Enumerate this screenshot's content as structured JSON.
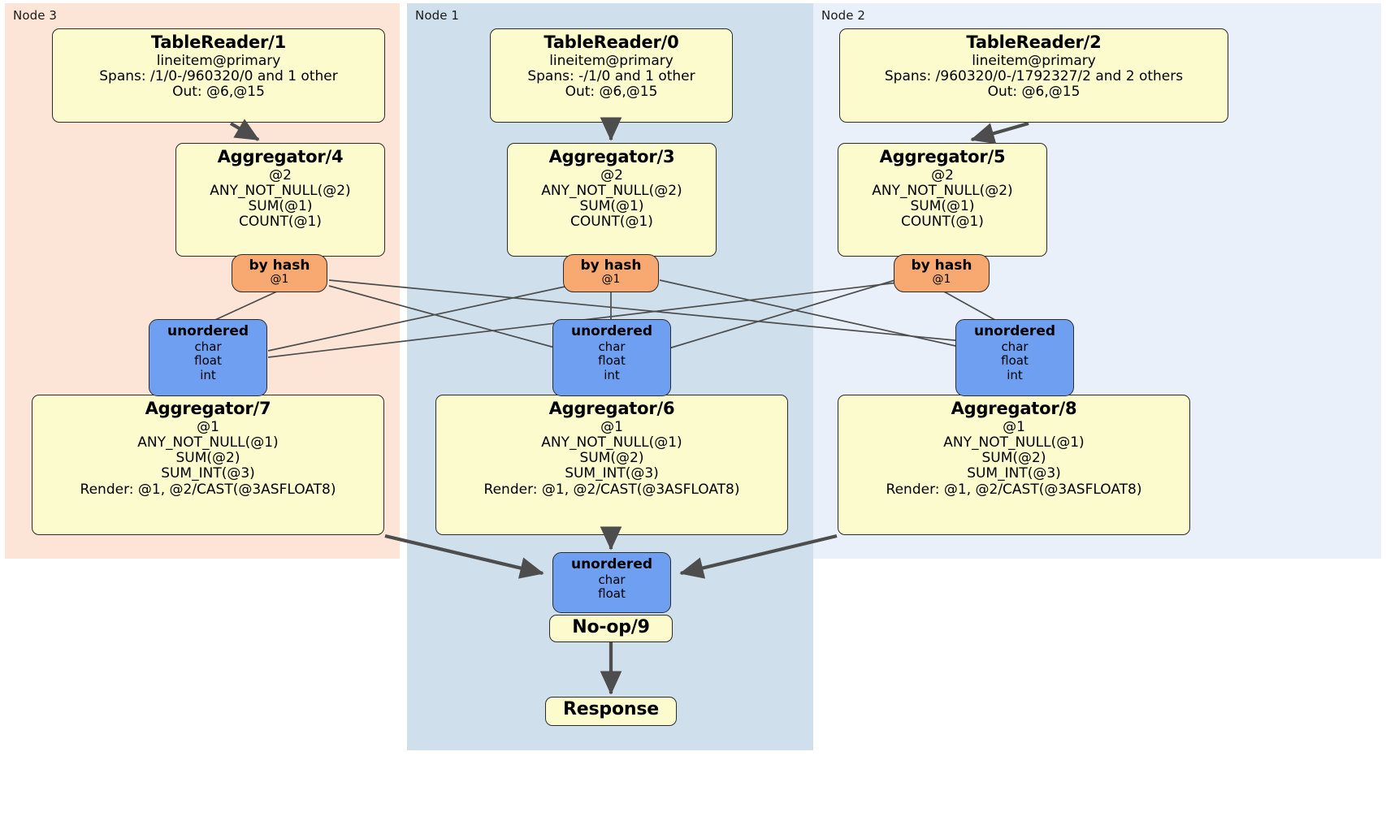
{
  "diagram": {
    "type": "distributed-query-execution-plan",
    "colors": {
      "node3_panel": "#fce4d6",
      "node1_panel": "#cfdfec",
      "node2_panel": "#eaf0fa",
      "processor_fill": "#fbfbcd",
      "router_fill": "#f7a971",
      "sync_fill": "#6f9ff0",
      "stroke": "#2b2b2b",
      "edge": "#4d4d4d"
    }
  },
  "nodes": [
    {
      "id": "node3",
      "label": "Node 3"
    },
    {
      "id": "node1",
      "label": "Node 1"
    },
    {
      "id": "node2",
      "label": "Node 2"
    }
  ],
  "processors": {
    "tablereader1": {
      "title": "TableReader/1",
      "lines": [
        "lineitem@primary",
        "Spans: /1/0-/960320/0 and 1 other",
        "Out: @6,@15"
      ]
    },
    "tablereader0": {
      "title": "TableReader/0",
      "lines": [
        "lineitem@primary",
        "Spans: -/1/0 and 1 other",
        "Out: @6,@15"
      ]
    },
    "tablereader2": {
      "title": "TableReader/2",
      "lines": [
        "lineitem@primary",
        "Spans: /960320/0-/1792327/2 and 2 others",
        "Out: @6,@15"
      ]
    },
    "aggregator4": {
      "title": "Aggregator/4",
      "lines": [
        "@2",
        "ANY_NOT_NULL(@2)",
        "SUM(@1)",
        "COUNT(@1)"
      ]
    },
    "aggregator3": {
      "title": "Aggregator/3",
      "lines": [
        "@2",
        "ANY_NOT_NULL(@2)",
        "SUM(@1)",
        "COUNT(@1)"
      ]
    },
    "aggregator5": {
      "title": "Aggregator/5",
      "lines": [
        "@2",
        "ANY_NOT_NULL(@2)",
        "SUM(@1)",
        "COUNT(@1)"
      ]
    },
    "aggregator7": {
      "title": "Aggregator/7",
      "lines": [
        "@1",
        "ANY_NOT_NULL(@1)",
        "SUM(@2)",
        "SUM_INT(@3)",
        "Render: @1, @2/CAST(@3ASFLOAT8)"
      ]
    },
    "aggregator6": {
      "title": "Aggregator/6",
      "lines": [
        "@1",
        "ANY_NOT_NULL(@1)",
        "SUM(@2)",
        "SUM_INT(@3)",
        "Render: @1, @2/CAST(@3ASFLOAT8)"
      ]
    },
    "aggregator8": {
      "title": "Aggregator/8",
      "lines": [
        "@1",
        "ANY_NOT_NULL(@1)",
        "SUM(@2)",
        "SUM_INT(@3)",
        "Render: @1, @2/CAST(@3ASFLOAT8)"
      ]
    },
    "noop9": {
      "title": "No-op/9",
      "lines": []
    },
    "response": {
      "title": "Response",
      "lines": []
    }
  },
  "routers": {
    "hash4": {
      "title": "by hash",
      "lines": [
        "@1"
      ]
    },
    "hash3": {
      "title": "by hash",
      "lines": [
        "@1"
      ]
    },
    "hash5": {
      "title": "by hash",
      "lines": [
        "@1"
      ]
    }
  },
  "synchronizers": {
    "sync7": {
      "title": "unordered",
      "lines": [
        "char",
        "float",
        "int"
      ]
    },
    "sync6": {
      "title": "unordered",
      "lines": [
        "char",
        "float",
        "int"
      ]
    },
    "sync8": {
      "title": "unordered",
      "lines": [
        "char",
        "float",
        "int"
      ]
    },
    "sync9": {
      "title": "unordered",
      "lines": [
        "char",
        "float"
      ]
    }
  }
}
